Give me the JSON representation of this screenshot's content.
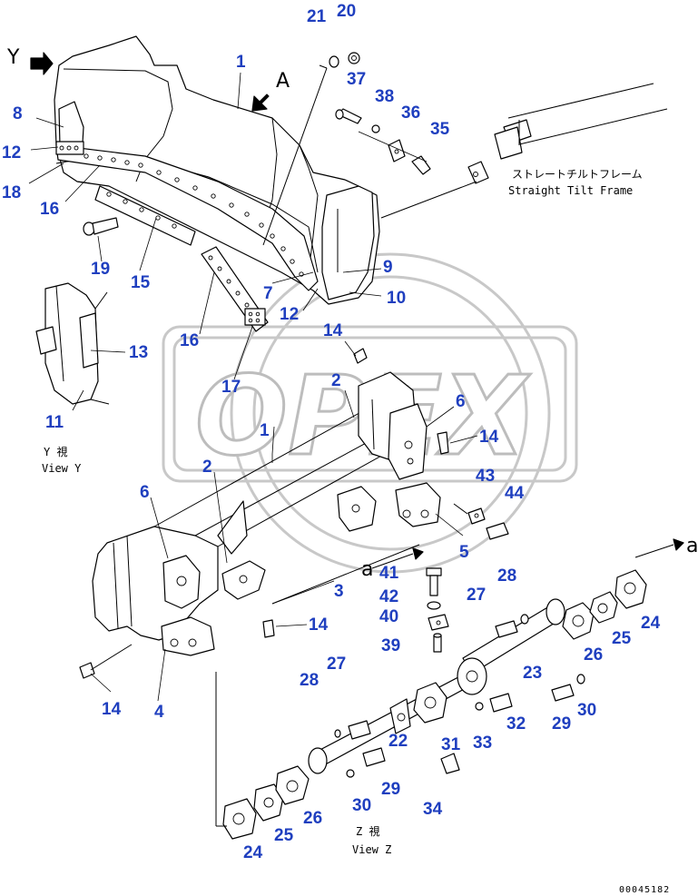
{
  "watermark": "OPEX",
  "view_letters": {
    "y": "Y",
    "a": "A",
    "a_left": "a",
    "a_right": "a"
  },
  "captions": {
    "frame_jp": "ストレートチルトフレーム",
    "frame_en": "Straight Tilt Frame",
    "view_y_jp": "Y 視",
    "view_y_en": "View Y",
    "view_z_jp": "Z 視",
    "view_z_en": "View Z"
  },
  "drawing_code": "00045182",
  "callouts": [
    "1",
    "8",
    "12",
    "18",
    "16",
    "19",
    "15",
    "21",
    "20",
    "37",
    "38",
    "36",
    "35",
    "9",
    "7",
    "10",
    "12",
    "13",
    "16",
    "11",
    "17",
    "14",
    "2",
    "1",
    "6",
    "14",
    "43",
    "44",
    "2",
    "6",
    "5",
    "41",
    "3",
    "42",
    "28",
    "27",
    "40",
    "39",
    "14",
    "14",
    "4",
    "28",
    "27",
    "22",
    "31",
    "33",
    "32",
    "23",
    "25",
    "26",
    "24",
    "29",
    "30",
    "29",
    "30",
    "34",
    "26",
    "25",
    "24"
  ],
  "colors": {
    "callout": "#1f3fbf",
    "line": "#000000",
    "watermark": "#c8c8c8"
  }
}
